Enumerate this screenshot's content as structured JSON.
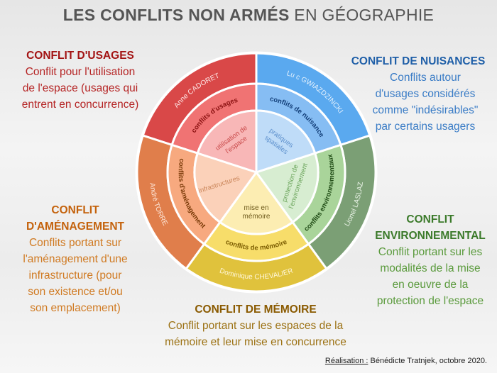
{
  "title": {
    "bold": "LES CONFLITS NON ARMÉS",
    "regular": " EN GÉOGRAPHIE"
  },
  "blocks": {
    "usages": {
      "title": "CONFLIT D'USAGES",
      "lines": [
        "Conflit pour l'utilisation",
        "de l'espace (usages qui",
        "entrent en concurrence)"
      ],
      "title_color": "#a31313",
      "color": "#b52424"
    },
    "nuisances": {
      "title": "CONFLIT DE NUISANCES",
      "lines": [
        "Conflits autour",
        "d'usages considérés",
        "comme \"indésirables\"",
        "par certains usagers"
      ],
      "title_color": "#1f5fa8",
      "color": "#3a7cc6"
    },
    "amenagement": {
      "title_lines": [
        "CONFLIT",
        "D'AMÉNAGEMENT"
      ],
      "lines": [
        "Conflits portant sur",
        "l'aménagement d'une",
        "infrastructure (pour",
        "son existence et/ou",
        "son emplacement)"
      ],
      "title_color": "#c4620c",
      "color": "#d07a22"
    },
    "environnemental": {
      "title_lines": [
        "CONFLIT",
        "ENVIRONNEMENTAL"
      ],
      "lines": [
        "Conflit portant sur les",
        "modalités de la mise",
        "en oeuvre de la",
        "protection de l'espace"
      ],
      "title_color": "#3b7a2a",
      "color": "#5a9a3c"
    },
    "memoire": {
      "title": "CONFLIT DE MÉMOIRE",
      "lines": [
        "Conflit portant sur les espaces de la",
        "mémoire et leur mise en concurrence"
      ],
      "title_color": "#8a5a00",
      "color": "#9c7214"
    }
  },
  "wheel": {
    "sectors": [
      {
        "key": "usages",
        "outer": "Anne CADORET",
        "middle": "conflits d'usages",
        "inner": [
          "utilisation de",
          "l'espace"
        ],
        "colors": [
          "#d94848",
          "#f07373",
          "#f8b7b7"
        ],
        "text": [
          "#fde5e5",
          "#8a1010",
          "#c84848"
        ]
      },
      {
        "key": "nuisances",
        "outer": "Lu c GWIAZDZINCKI",
        "middle": "conflits de nuisance",
        "inner": [
          "pratiques",
          "spatiales"
        ],
        "colors": [
          "#5aa9ef",
          "#86bdf3",
          "#bfdcf8"
        ],
        "text": [
          "#e4f1fd",
          "#123e78",
          "#5b8fcc"
        ]
      },
      {
        "key": "environnemental",
        "outer": "Lionel LASLAZ",
        "middle": "conflits environnementaux",
        "inner": [
          "protection de",
          "l'environnement"
        ],
        "colors": [
          "#7b9f75",
          "#a9d49a",
          "#d7edd1"
        ],
        "text": [
          "#e9f2e6",
          "#1e4a14",
          "#6aa45a"
        ]
      },
      {
        "key": "memoire",
        "outer": "Dominique CHEVALIER",
        "middle": "conflits de mémoire",
        "inner": [
          "mise en",
          "mémoire"
        ],
        "colors": [
          "#e0c23c",
          "#f7dd6a",
          "#fcedb2"
        ],
        "text": [
          "#fff7d9",
          "#7b5c00",
          "#6e5a1c"
        ]
      },
      {
        "key": "amenagement",
        "outer": "André TORRE",
        "middle": "conflits d'aménagement",
        "inner": [
          "infrastructures"
        ],
        "colors": [
          "#e07e4b",
          "#f7a97f",
          "#fbd1b9"
        ],
        "text": [
          "#fde6d8",
          "#7a3a08",
          "#c98458"
        ]
      }
    ]
  },
  "credit": {
    "label": "Réalisation :",
    "text": " Bénédicte Tratnjek, octobre 2020."
  }
}
